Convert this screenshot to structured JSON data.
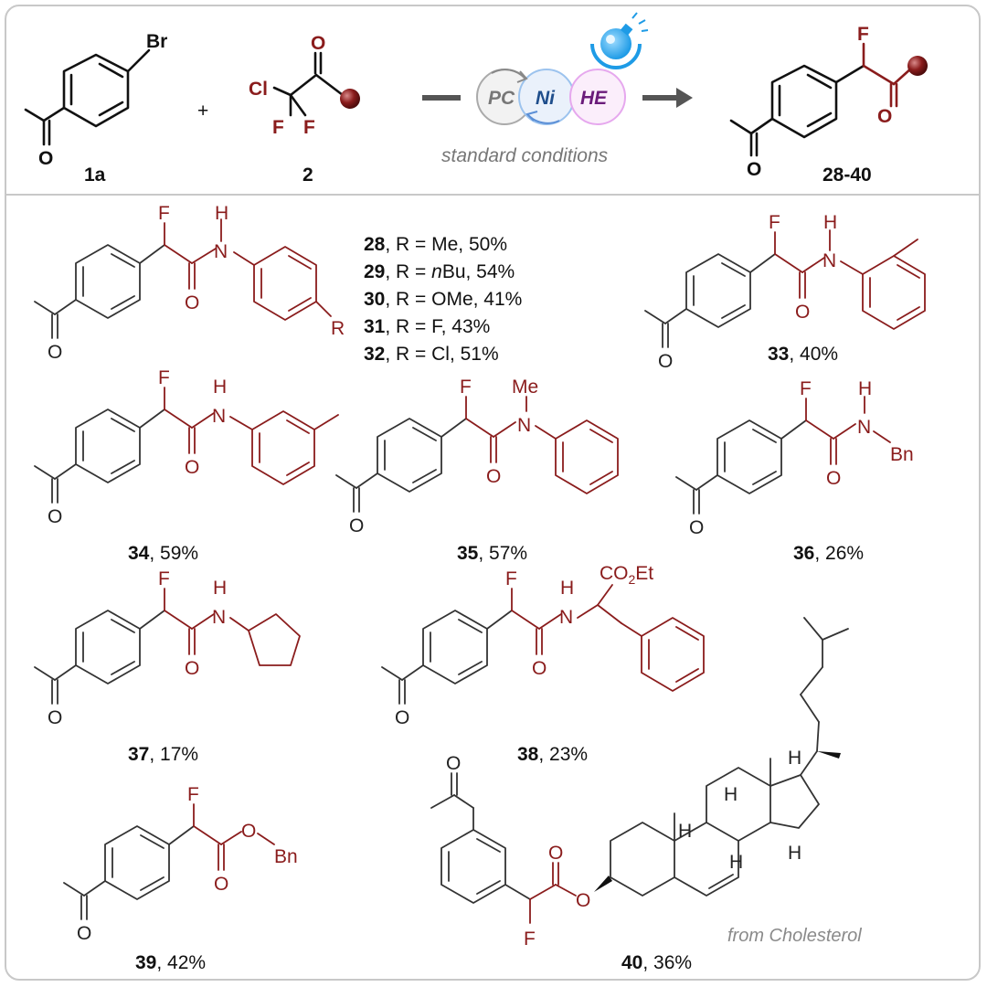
{
  "scheme": {
    "reactant_a": {
      "label": "1a",
      "br": "Br",
      "o": "O"
    },
    "reactant_b": {
      "label": "2",
      "cl": "Cl",
      "f1": "F",
      "f2": "F",
      "o": "O"
    },
    "plus": "+",
    "catalysts": {
      "pc": "PC",
      "ni": "Ni",
      "he": "HE"
    },
    "conditions": "standard conditions",
    "product": {
      "label": "28-40",
      "f": "F",
      "o1": "O",
      "o2": "O"
    }
  },
  "anilide_series": [
    {
      "num": "28",
      "text": ", R = Me, 50%"
    },
    {
      "num": "29",
      "text": ", R = nBu, 54%",
      "pre": ", R = ",
      "ital": "n",
      "post": "Bu, 54%"
    },
    {
      "num": "30",
      "text": ", R = OMe, 41%"
    },
    {
      "num": "31",
      "text": ", R = F, 43%"
    },
    {
      "num": "32",
      "text": ", R = Cl, 51%"
    }
  ],
  "compounds": {
    "c28": {
      "f": "F",
      "h": "H",
      "n": "N",
      "o": "O",
      "o2": "O",
      "r": "R"
    },
    "c33": {
      "num": "33",
      "yield": ", 40%",
      "f": "F",
      "h": "H",
      "n": "N",
      "o": "O",
      "o2": "O"
    },
    "c34": {
      "num": "34",
      "yield": ", 59%",
      "f": "F",
      "h": "H",
      "n": "N",
      "o": "O",
      "o2": "O"
    },
    "c35": {
      "num": "35",
      "yield": ", 57%",
      "f": "F",
      "me": "Me",
      "n": "N",
      "o": "O",
      "o2": "O"
    },
    "c36": {
      "num": "36",
      "yield": ", 26%",
      "f": "F",
      "h": "H",
      "n": "N",
      "bn": "Bn",
      "o": "O",
      "o2": "O"
    },
    "c37": {
      "num": "37",
      "yield": ", 17%",
      "f": "F",
      "h": "H",
      "n": "N",
      "o": "O",
      "o2": "O"
    },
    "c38": {
      "num": "38",
      "yield": ", 23%",
      "f": "F",
      "h": "H",
      "n": "N",
      "co2et": "CO2Et",
      "o": "O",
      "o2": "O"
    },
    "c39": {
      "num": "39",
      "yield": ", 42%",
      "f": "F",
      "o_ester": "O",
      "bn": "Bn",
      "o": "O",
      "o2": "O"
    },
    "c40": {
      "num": "40",
      "yield": ", 36%",
      "f": "F",
      "o_ester": "O",
      "o": "O",
      "o2": "O",
      "h1": "H",
      "h2": "H",
      "h3": "H",
      "h4": "H",
      "h5": "H",
      "origin": "from Cholesterol"
    }
  },
  "colors": {
    "product_fragment": "#8a1c1c",
    "core": "#333333",
    "frame": "#c8c8c8",
    "catalyst_ni": "#1f4e8c",
    "catalyst_he": "#6a1b7a",
    "light": "#1e9be6"
  }
}
